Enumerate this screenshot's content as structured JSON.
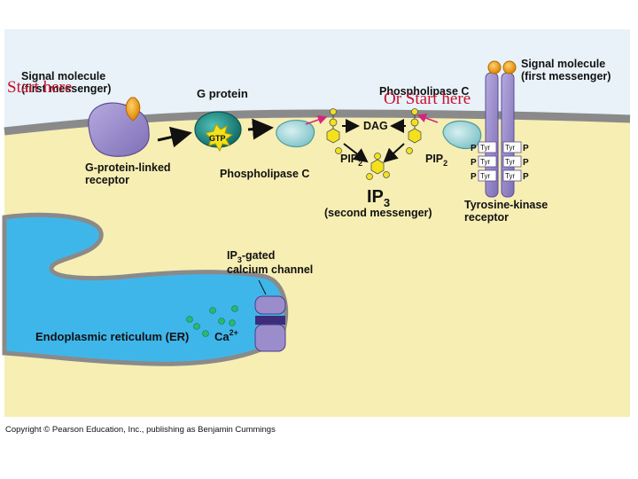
{
  "labels": {
    "signal_molecule_left": "Signal molecule",
    "first_messenger_left": "(first messenger)",
    "g_protein": "G protein",
    "phospholipase_c_top": "Phospholipase C",
    "signal_molecule_right": "Signal molecule",
    "first_messenger_right": "(first messenger)",
    "gtp": "GTP",
    "dag": "DAG",
    "pip2_left_main": "PIP",
    "pip2_left_sub": "2",
    "pip2_right_main": "PIP",
    "pip2_right_sub": "2",
    "gpcr_line1": "G-protein-linked",
    "gpcr_line2": "receptor",
    "phospholipase_c_bottom": "Phospholipase C",
    "ip3_main": "IP",
    "ip3_sub": "3",
    "second_messenger": "(second messenger)",
    "tk_line1": "Tyrosine-kinase",
    "tk_line2": "receptor",
    "ip3_gated_main": "IP",
    "ip3_gated_sub": "3",
    "ip3_gated_rest": "-gated",
    "calcium_channel": "calcium channel",
    "er": "Endoplasmic reticulum (ER)",
    "ca_main": "Ca",
    "ca_sup": "2+",
    "tyr": "Tyr",
    "p": "P"
  },
  "overlay": {
    "start_here": "Start here",
    "or_start_here": "Or Start here"
  },
  "copyright": "Copyright © Pearson Education, Inc., publishing as Benjamin Cummings",
  "colors": {
    "cytoplasm": "#f7eeb3",
    "membrane": "#8a8a8a",
    "extracellular": "#e8f2f8",
    "er": "#3fb6ea",
    "receptor_purple": "#9b8ccc",
    "g_protein_teal": "#1f8f8a",
    "plc_teal": "#9ed4d8",
    "ligand_orange": "#f2a51f",
    "gtp_yellow": "#f3e21b",
    "ca_green": "#2bb673",
    "arrow_magenta": "#d6247c",
    "overlay_red": "#c8102e"
  }
}
